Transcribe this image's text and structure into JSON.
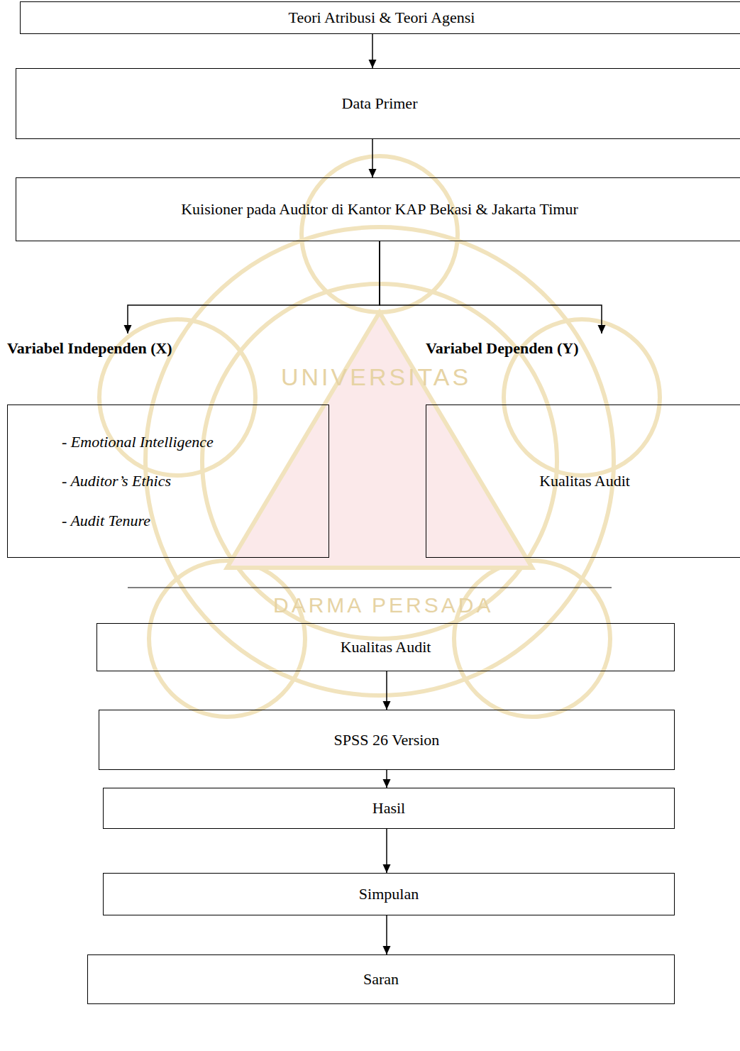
{
  "diagram": {
    "nodes": [
      {
        "text": [
          "Teori Atribusi & Teori Agensi"
        ]
      },
      {
        "text": [
          "Data Primer"
        ]
      },
      {
        "text": [
          "Kuisioner pada Auditor di Kantor KAP Bekasi & Jakarta Timur"
        ]
      },
      {
        "text": [
          "Variabel Independen (X)",
          "- Emotional Intelligence",
          "- Auditor’s Ethics",
          "- Audit Tenure"
        ]
      },
      {
        "text": [
          "Variabel Dependen (Y)",
          "Kualitas Audit"
        ]
      },
      {
        "text": [
          "Kualitas Audit"
        ]
      },
      {
        "text": [
          "SPSS 26 Version"
        ]
      },
      {
        "text": [
          "Hasil"
        ]
      },
      {
        "text": [
          "Simpulan"
        ]
      },
      {
        "text": [
          "Saran"
        ]
      }
    ],
    "edges": [
      {
        "from": 0,
        "to": 1,
        "arrow": "to"
      },
      {
        "from": 1,
        "to": 2,
        "arrow": "to"
      },
      {
        "from": 2,
        "to": 3,
        "arrow": "to"
      },
      {
        "from": 2,
        "to": 4,
        "arrow": "to"
      },
      {
        "from": 5,
        "to": 6,
        "arrow": "to"
      },
      {
        "from": 6,
        "to": 7,
        "arrow": "to"
      },
      {
        "from": 7,
        "to": 8,
        "arrow": "to"
      },
      {
        "from": 8,
        "to": 9,
        "arrow": "to"
      }
    ],
    "labels": [
      "UNIVERSITAS",
      "DARMA PERSADA"
    ]
  }
}
